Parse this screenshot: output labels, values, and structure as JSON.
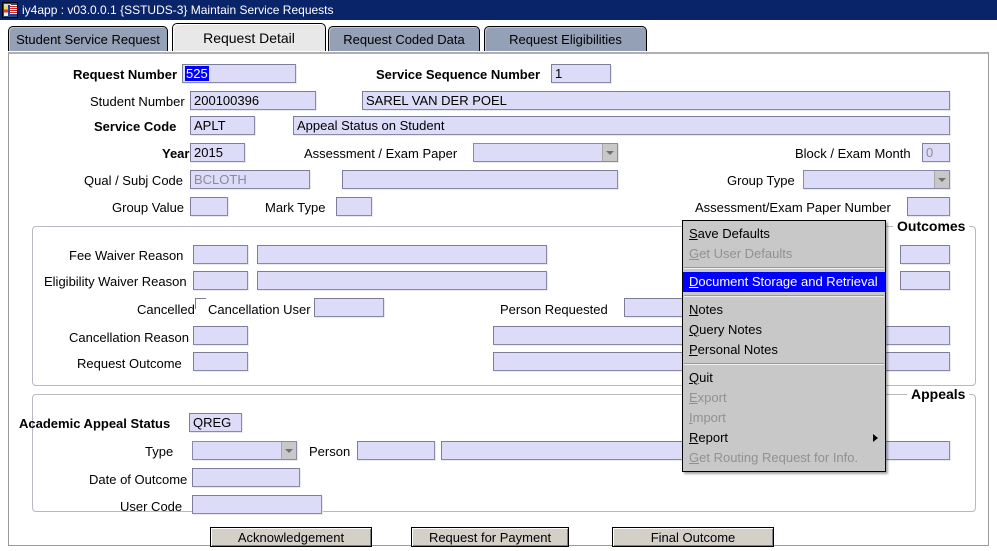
{
  "window": {
    "title": "iy4app : v03.0.0.1  {SSTUDS-3} Maintain Service Requests",
    "icon": "app-flag-icon",
    "titlebar_color": "#0a246a"
  },
  "tabs": [
    {
      "label": "Student Service Request",
      "active": false
    },
    {
      "label": "Request Detail",
      "active": true
    },
    {
      "label": "Request Coded Data",
      "active": false
    },
    {
      "label": "Request Eligibilities",
      "active": false
    }
  ],
  "header_fields": {
    "request_number": {
      "label": "Request Number",
      "value": "525",
      "selected": true
    },
    "service_sequence_number": {
      "label": "Service Sequence Number",
      "value": "1"
    },
    "student_number": {
      "label": "Student Number",
      "value": "200100396"
    },
    "student_name": {
      "value": "SAREL  VAN DER POEL"
    },
    "service_code": {
      "label": "Service Code",
      "value": "APLT"
    },
    "service_description": {
      "value": "Appeal Status on Student"
    },
    "year": {
      "label": "Year",
      "value": "2015"
    },
    "assessment_exam_paper": {
      "label": "Assessment / Exam Paper",
      "value": ""
    },
    "assessment_exam_paper_desc": {
      "value": ""
    },
    "block_exam_month": {
      "label": "Block / Exam Month",
      "value": "0",
      "disabled": true
    },
    "qual_subj_code": {
      "label": "Qual / Subj Code",
      "value": "BCLOTH",
      "disabled": true
    },
    "qual_subj_desc": {
      "value": ""
    },
    "group_type": {
      "label": "Group Type",
      "value": ""
    },
    "group_value": {
      "label": "Group Value",
      "value": ""
    },
    "mark_type": {
      "label": "Mark Type",
      "value": ""
    },
    "assessment_exam_paper_number": {
      "label": "Assessment/Exam Paper Number",
      "value": ""
    }
  },
  "outcomes_group": {
    "title": "Outcomes",
    "fee_waiver_reason": {
      "label": "Fee Waiver Reason",
      "code": "",
      "desc": ""
    },
    "eligibility_waiver_reason": {
      "label": "Eligibility Waiver Reason",
      "code": "",
      "desc": ""
    },
    "cancelled": {
      "label": "Cancelled",
      "checked": false
    },
    "cancellation_user": {
      "label": "Cancellation User",
      "value": ""
    },
    "person_requested": {
      "label": "Person Requested",
      "value": ""
    },
    "cancellation_reason": {
      "label": "Cancellation Reason",
      "code": "",
      "desc": ""
    },
    "request_outcome": {
      "label": "Request Outcome",
      "code": "",
      "desc": ""
    },
    "right_column_fields": [
      "",
      "",
      "",
      "",
      ""
    ]
  },
  "appeals_group": {
    "title": "Appeals",
    "academic_appeal_status": {
      "label": "Academic Appeal Status",
      "value": "QREG"
    },
    "type": {
      "label": "Type",
      "value": ""
    },
    "person": {
      "label": "Person",
      "code": "",
      "name": ""
    },
    "date_of_outcome": {
      "label": "Date of Outcome",
      "value": ""
    },
    "user_code": {
      "label": "User Code",
      "value": ""
    }
  },
  "buttons": [
    {
      "label": "Acknowledgement"
    },
    {
      "label": "Request for Payment"
    },
    {
      "label": "Final Outcome"
    }
  ],
  "context_menu": {
    "items": [
      {
        "mnemonic": "S",
        "rest": "ave Defaults",
        "state": "normal"
      },
      {
        "mnemonic": "G",
        "rest": "et User Defaults",
        "state": "disabled"
      },
      {
        "separator": true
      },
      {
        "mnemonic": "D",
        "rest": "ocument Storage and Retrieval",
        "state": "highlighted"
      },
      {
        "separator": true
      },
      {
        "mnemonic": "N",
        "rest": "otes",
        "state": "normal"
      },
      {
        "mnemonic": "Q",
        "rest": "uery Notes",
        "state": "normal"
      },
      {
        "mnemonic": "P",
        "rest": "ersonal Notes",
        "state": "normal"
      },
      {
        "separator": true
      },
      {
        "mnemonic": "Q",
        "rest": "uit",
        "state": "normal"
      },
      {
        "mnemonic": "E",
        "rest": "xport",
        "state": "disabled"
      },
      {
        "mnemonic": "I",
        "rest": "mport",
        "state": "disabled"
      },
      {
        "mnemonic": "R",
        "rest": "eport",
        "state": "normal",
        "submenu": true
      },
      {
        "mnemonic": "G",
        "rest": "et Routing Request for Info.",
        "state": "disabled"
      }
    ],
    "highlight_color": "#0000ff",
    "background_color": "#c8c8c8"
  }
}
